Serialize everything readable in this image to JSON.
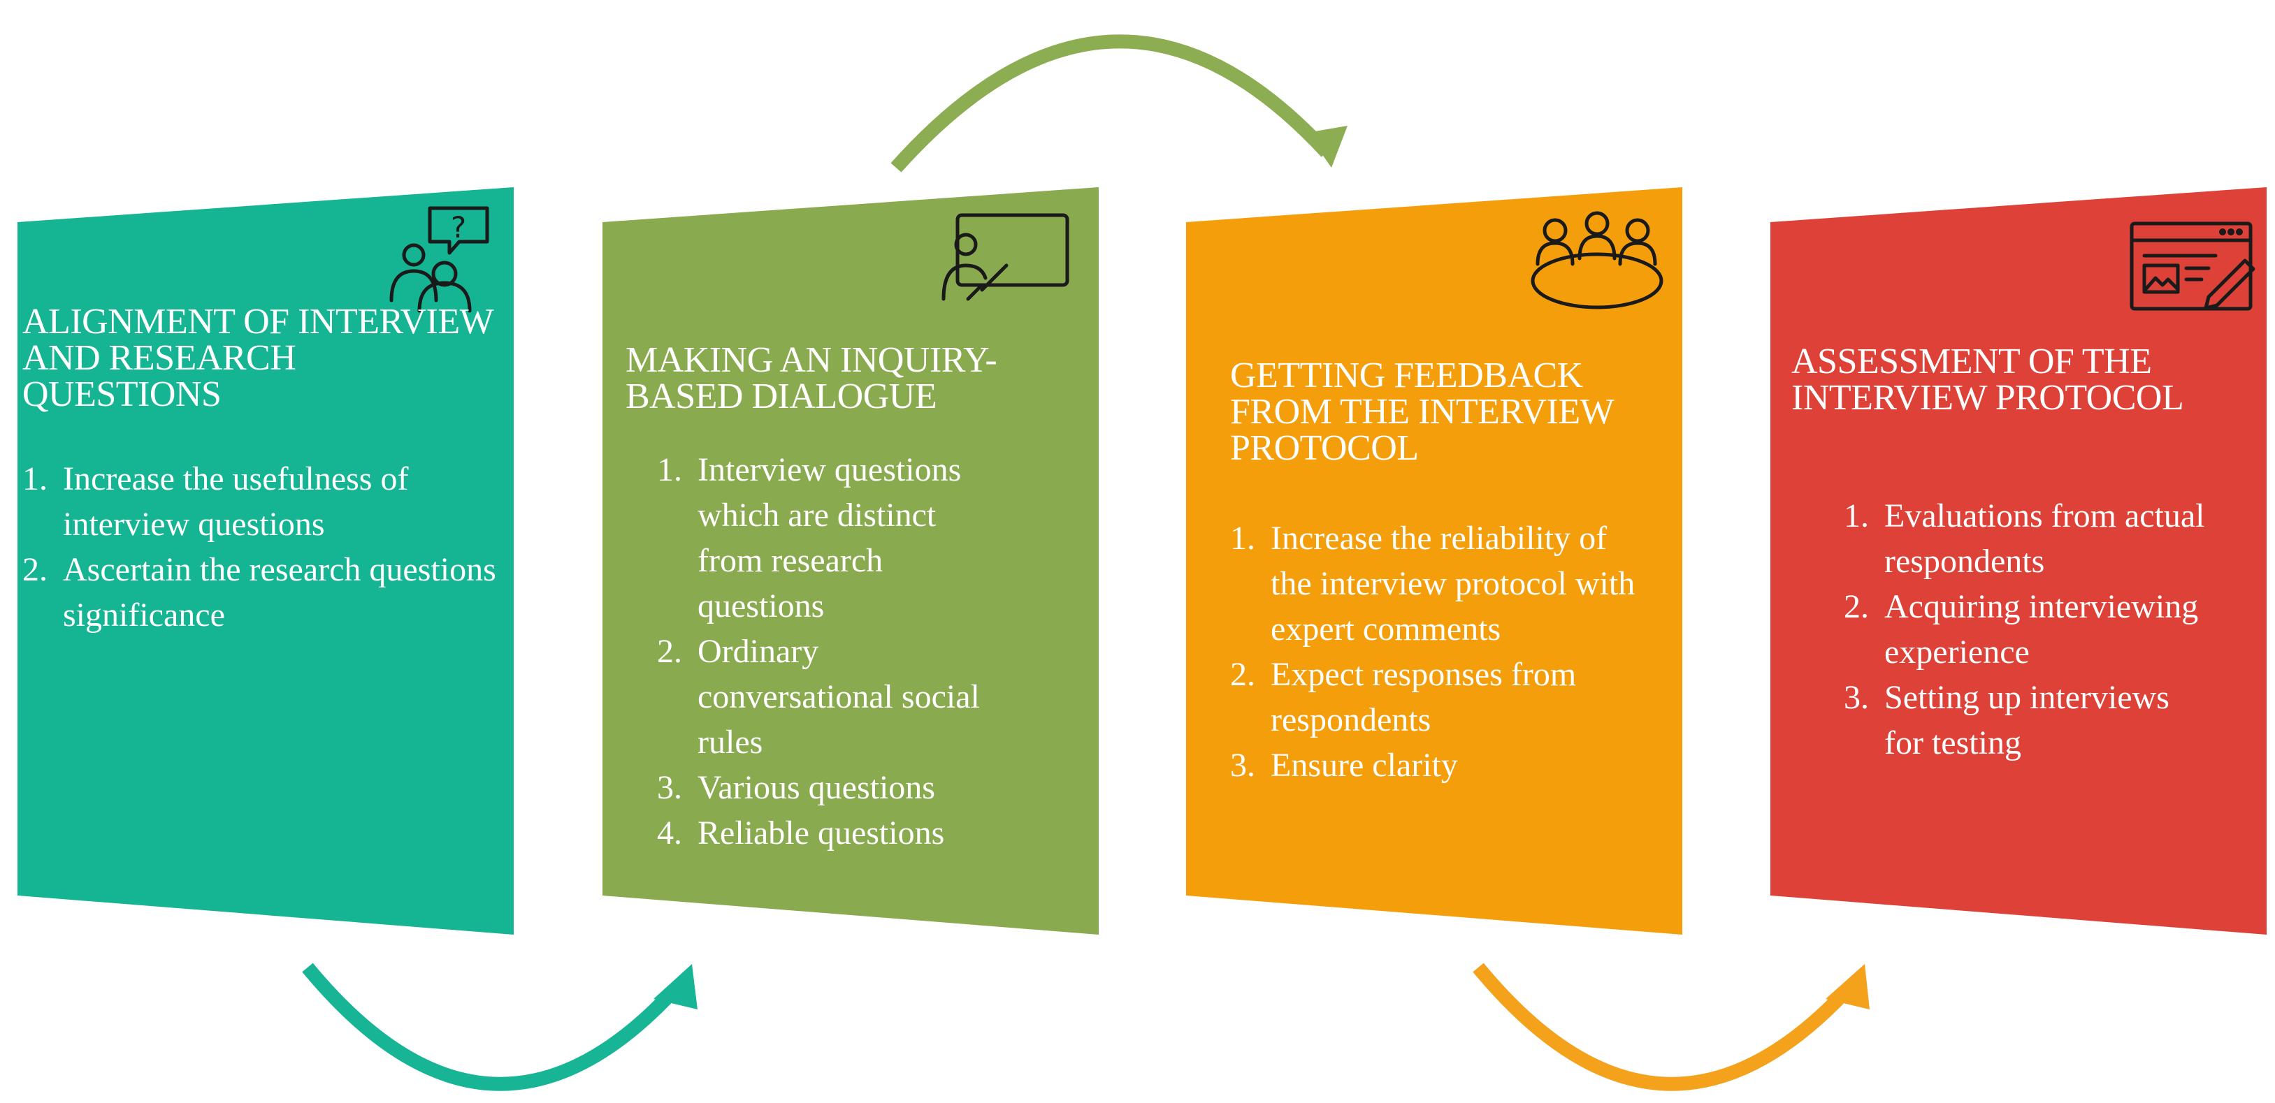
{
  "colors": {
    "panel1": "#15b493",
    "panel2": "#8aaa4f",
    "panel3": "#f59e0b",
    "panel4": "#dd4137",
    "arrow_teal": "#17b596",
    "arrow_green": "#8cad52",
    "arrow_orange": "#f4a11c",
    "icon_stroke": "#1a1a1a"
  },
  "panels": [
    {
      "icon": "people-question-icon",
      "title": "ALIGNMENT OF INTERVIEW AND RESEARCH QUESTIONS",
      "items": [
        {
          "num": "1.",
          "text": "Increase the usefulness of interview questions"
        },
        {
          "num": "2.",
          "text": "Ascertain the research questions significance"
        }
      ]
    },
    {
      "icon": "presenter-board-icon",
      "title": "MAKING AN INQUIRY-BASED DIALOGUE",
      "items": [
        {
          "num": "1.",
          "text": "Interview questions which are distinct from research questions"
        },
        {
          "num": "2.",
          "text": "Ordinary conversational social rules"
        },
        {
          "num": "3.",
          "text": "Various questions"
        },
        {
          "num": "4.",
          "text": "Reliable questions"
        }
      ]
    },
    {
      "icon": "meeting-table-icon",
      "title": "GETTING FEEDBACK FROM THE INTERVIEW PROTOCOL",
      "items": [
        {
          "num": "1.",
          "text": "Increase the reliability of the interview protocol with expert comments"
        },
        {
          "num": "2.",
          "text": "Expect responses from respondents"
        },
        {
          "num": "3.",
          "text": "Ensure clarity"
        }
      ]
    },
    {
      "icon": "browser-edit-icon",
      "title": "ASSESSMENT OF THE INTERVIEW PROTOCOL",
      "items": [
        {
          "num": "1.",
          "text": "Evaluations from actual respondents"
        },
        {
          "num": "2.",
          "text": "Acquiring interviewing experience"
        },
        {
          "num": "3.",
          "text": "Setting up interviews for testing"
        }
      ]
    }
  ]
}
